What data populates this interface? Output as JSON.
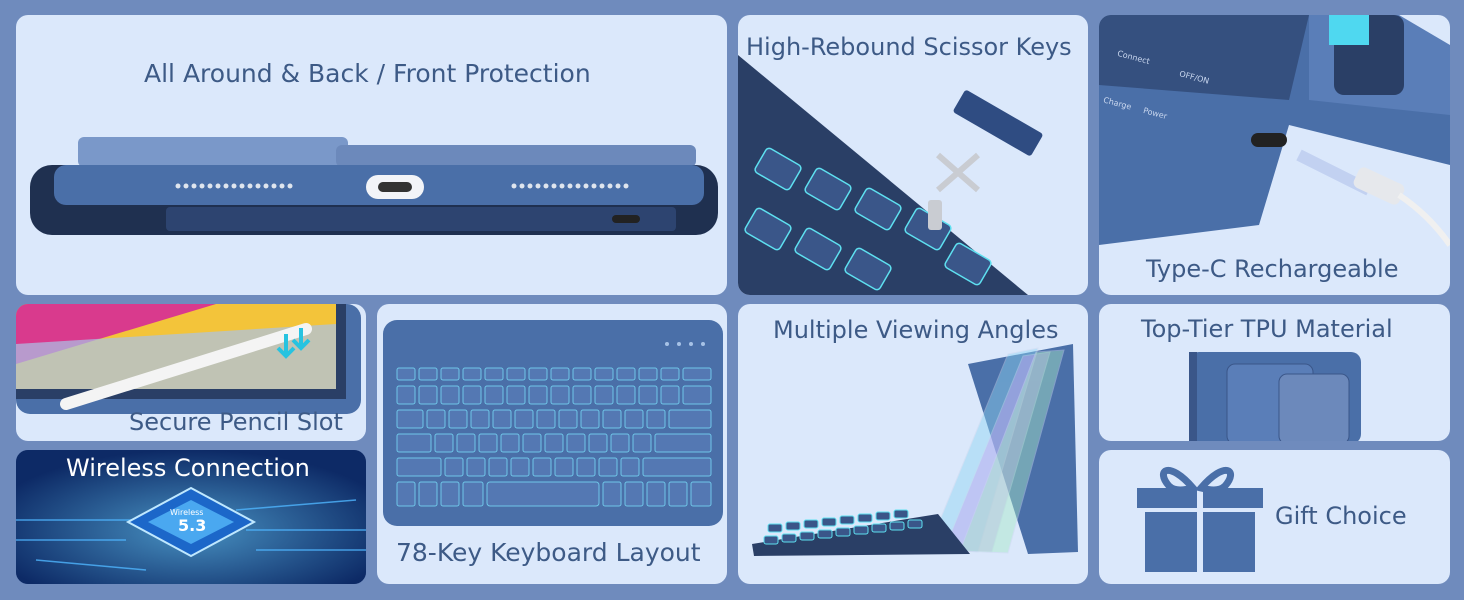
{
  "tiles": {
    "protection": "All Around & Back / Front Protection",
    "scissor": "High-Rebound Scissor Keys",
    "typec": "Type-C Rechargeable",
    "pencil": "Secure Pencil Slot",
    "keyboard": "78-Key Keyboard Layout",
    "angles": "Multiple Viewing Angles",
    "tpu": "Top-Tier TPU Material",
    "wireless": "Wireless Connection",
    "gift": "Gift Choice"
  },
  "labels": {
    "connect": "Connect",
    "off_on": "OFF/ON",
    "charge": "Charge",
    "power": "Power",
    "chip_brand": "Wireless",
    "chip_version": "5.3"
  },
  "colors": {
    "background": "#6f8bbd",
    "tile": "#dbe8fb",
    "caption": "#3d5a86",
    "product_blue": "#4a6fa8",
    "backlight": "#5ee0f0"
  }
}
